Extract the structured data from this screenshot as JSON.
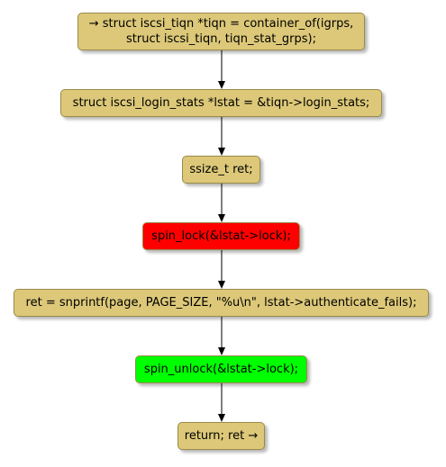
{
  "colors": {
    "default_fill": "#dcc878",
    "lock_fill": "#ff0000",
    "unlock_fill": "#00ff00",
    "edge": "#000000"
  },
  "nodes": [
    {
      "id": "n1",
      "lines": [
        "→ struct iscsi_tiqn *tiqn = container_of(igrps,",
        "struct iscsi_tiqn, tiqn_stat_grps);"
      ],
      "fill": "default"
    },
    {
      "id": "n2",
      "lines": [
        "struct iscsi_login_stats *lstat = &tiqn->login_stats;"
      ],
      "fill": "default"
    },
    {
      "id": "n3",
      "lines": [
        "ssize_t ret;"
      ],
      "fill": "default"
    },
    {
      "id": "n4",
      "lines": [
        "spin_lock(&lstat->lock);"
      ],
      "fill": "lock"
    },
    {
      "id": "n5",
      "lines": [
        "ret = snprintf(page, PAGE_SIZE, \"%u\\n\", lstat->authenticate_fails);"
      ],
      "fill": "default"
    },
    {
      "id": "n6",
      "lines": [
        "spin_unlock(&lstat->lock);"
      ],
      "fill": "unlock"
    },
    {
      "id": "n7",
      "lines": [
        "return; ret →"
      ],
      "fill": "default"
    }
  ]
}
